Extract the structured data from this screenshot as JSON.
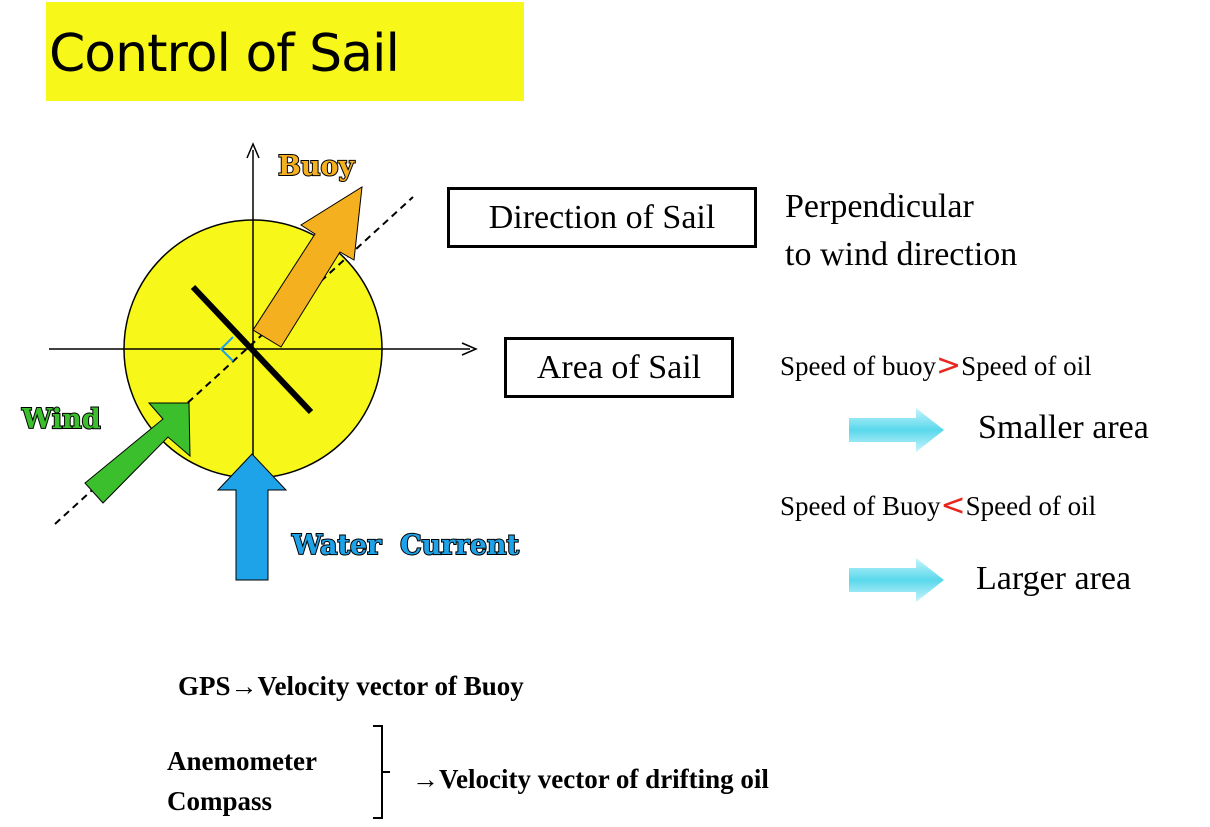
{
  "title": "Control of Sail",
  "diagram": {
    "labels": {
      "buoy": "Buoy",
      "wind": "Wind",
      "water_current": "Water  Current"
    },
    "colors": {
      "circle": "#f7f71a",
      "buoy_arrow": "#f5b020",
      "wind_arrow": "#3cbf2c",
      "current_arrow": "#1ea2e8",
      "cyan_arrow": "#5ad8ec",
      "relation": "#e8261e"
    }
  },
  "direction_of_sail": {
    "label": "Direction of Sail",
    "description_line1": "Perpendicular",
    "description_line2": "to wind direction"
  },
  "area_of_sail": {
    "label": "Area of Sail",
    "rule1": {
      "left": "Speed of buoy",
      "relation": ">",
      "right": "Speed of oil",
      "result": "Smaller area"
    },
    "rule2": {
      "left": "Speed of Buoy",
      "relation": "<",
      "right": "Speed of oil",
      "result": "Larger area"
    }
  },
  "sensors": {
    "gps_line": "GPS→Velocity vector of Buoy",
    "anemometer": "Anemometer",
    "compass": "Compass",
    "drift_line": "→Velocity vector of drifting oil"
  }
}
